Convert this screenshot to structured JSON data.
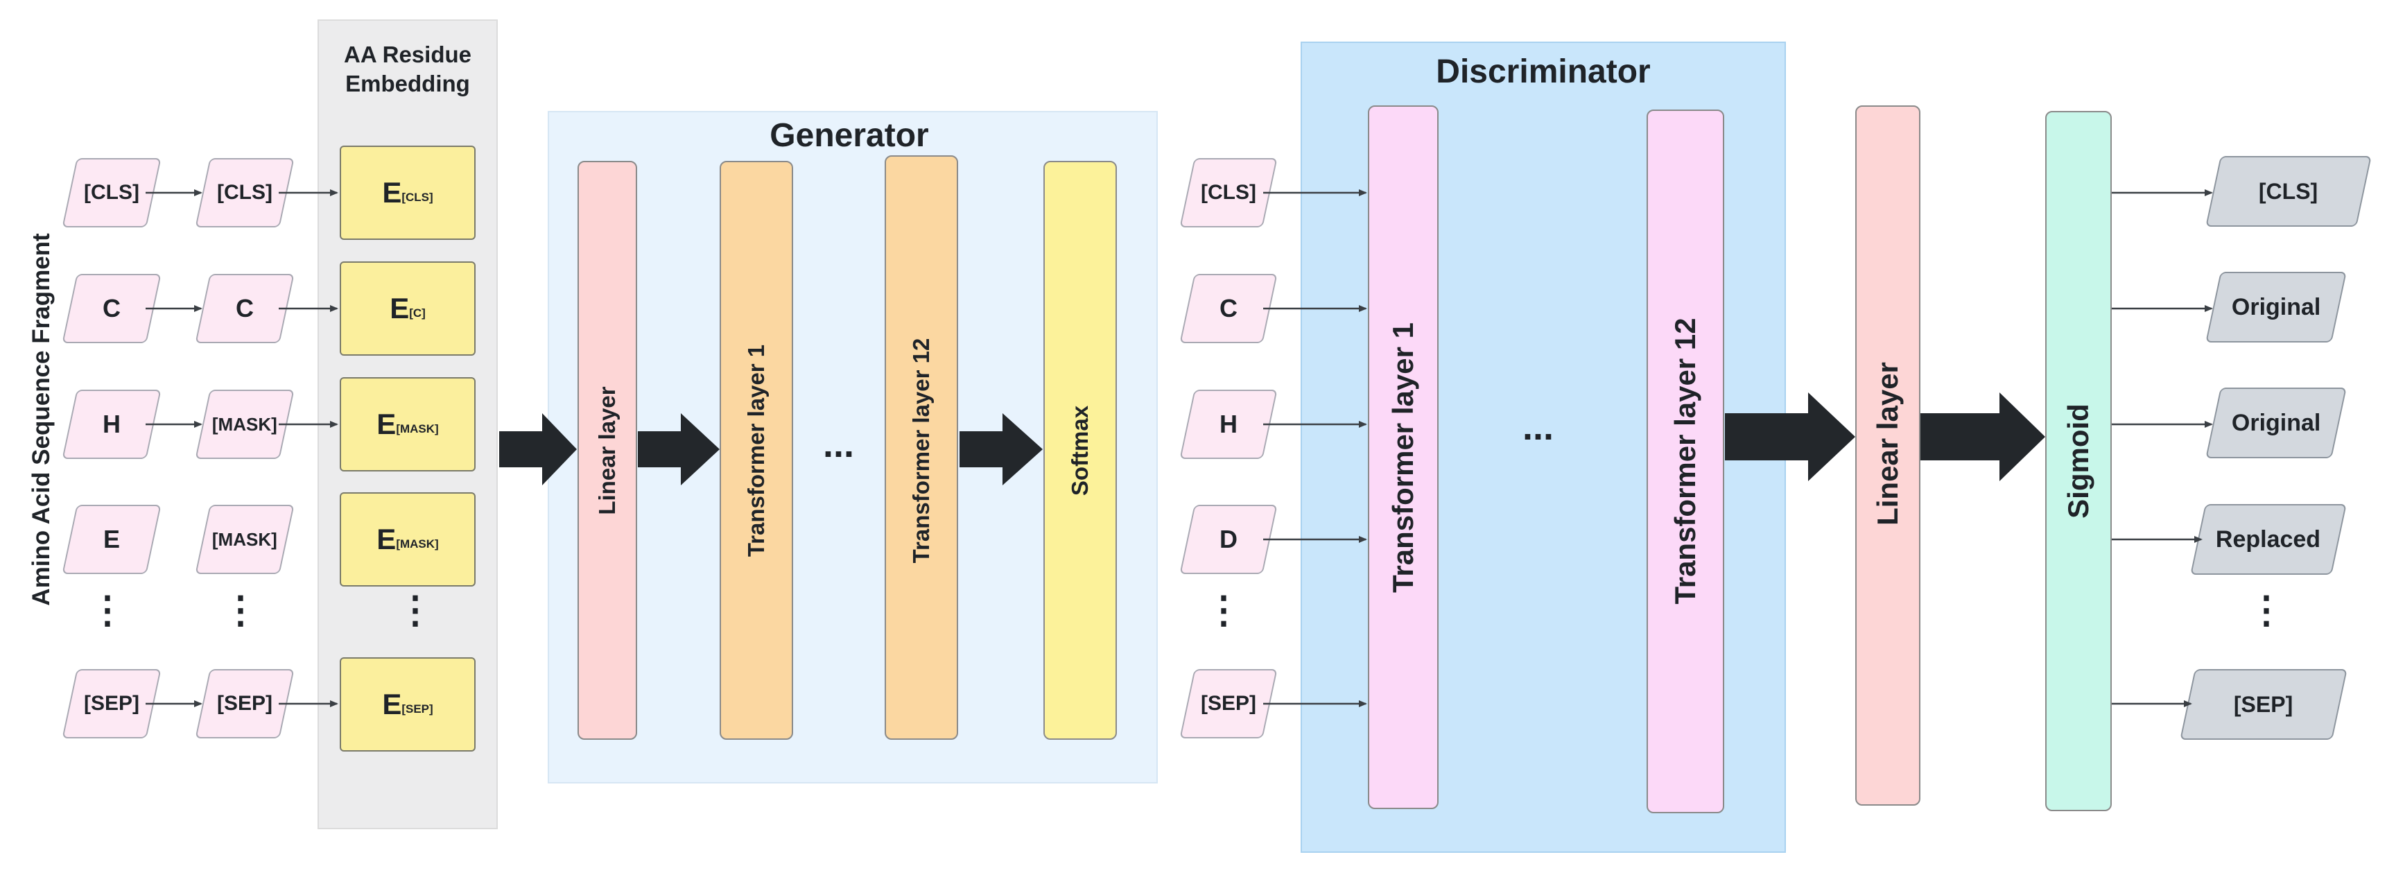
{
  "side_label": "Amino Acid Sequence Fragment",
  "embedding_panel": {
    "title_line1": "AA Residue",
    "title_line2": "Embedding"
  },
  "inputs": [
    "[CLS]",
    "C",
    "H",
    "E",
    "⋮",
    "[SEP]"
  ],
  "masked_inputs": [
    "[CLS]",
    "C",
    "[MASK]",
    "[MASK]",
    "⋮",
    "[SEP]"
  ],
  "embeddings": [
    {
      "E": "E",
      "sub": "[CLS]"
    },
    {
      "E": "E",
      "sub": "[C]"
    },
    {
      "E": "E",
      "sub": "[MASK]"
    },
    {
      "E": "E",
      "sub": "[MASK]"
    },
    {
      "E": "⋮",
      "sub": ""
    },
    {
      "E": "E",
      "sub": "[SEP]"
    }
  ],
  "generator": {
    "title": "Generator",
    "layers": [
      "Linear layer",
      "Transformer layer 1",
      "Transformer layer 12",
      "Softmax"
    ],
    "dots": "..."
  },
  "disc_inputs": [
    "[CLS]",
    "C",
    "H",
    "D",
    "⋮",
    "[SEP]"
  ],
  "discriminator": {
    "title": "Discriminator",
    "layers": [
      "Transformer layer 1",
      "Transformer layer 12"
    ],
    "dots": "..."
  },
  "head": {
    "linear": "Linear layer",
    "sigmoid": "Sigmoid"
  },
  "outputs": [
    "[CLS]",
    "Original",
    "Original",
    "Replaced",
    "⋮",
    "[SEP]"
  ],
  "colors": {
    "input_fill": "#fde9f4",
    "output_fill": "#d3d8de",
    "embedding_fill": "#fbef9d",
    "embedding_panel": "#ececed",
    "generator_panel": "#e8f3fd",
    "discriminator_panel": "#c9e6fb",
    "linear_layer": "#fdd6d6",
    "transformer_gen": "#fbd7a1",
    "softmax": "#fcf29a",
    "transformer_disc": "#fcd9f8",
    "sigmoid": "#c8f7ea",
    "arrow": "#23272b"
  }
}
